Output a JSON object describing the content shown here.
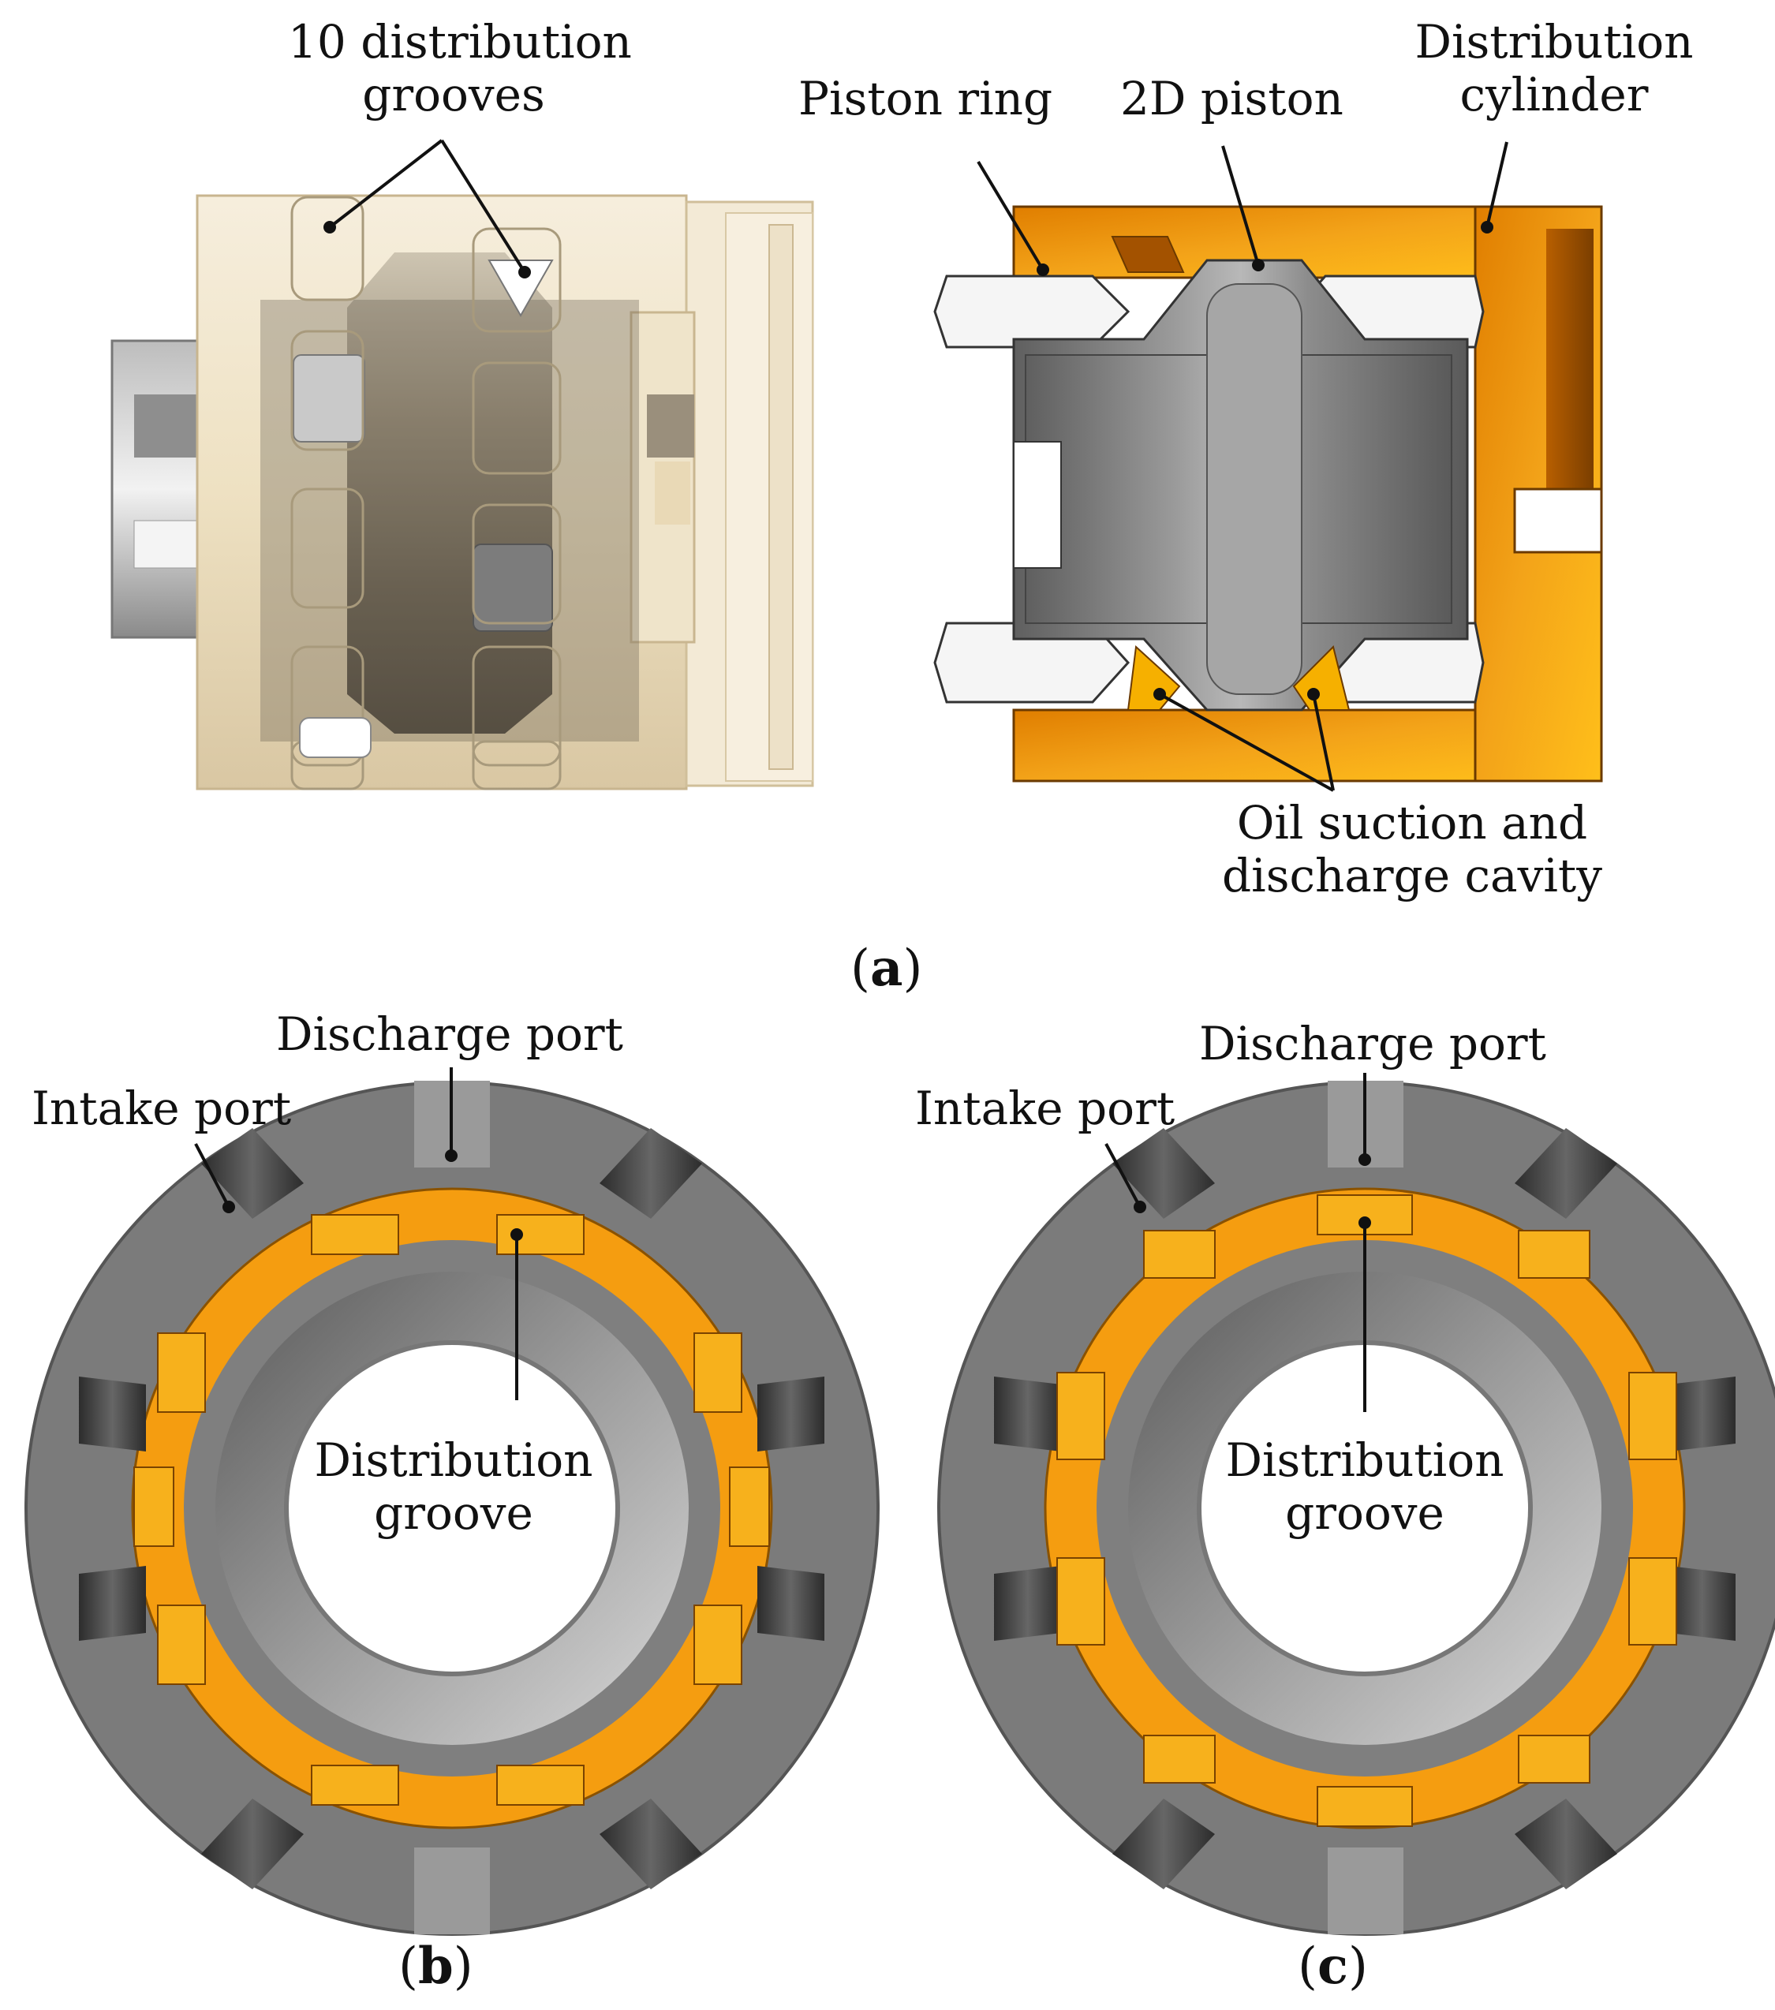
{
  "panel_a": {
    "left_label_line1": "10 distribution",
    "left_label_line2": "grooves",
    "piston_ring": "Piston ring",
    "piston_2d": "2D piston",
    "dist_cyl_line1": "Distribution",
    "dist_cyl_line2": "cylinder",
    "oil_line1": "Oil suction and",
    "oil_line2": "discharge cavity",
    "caption": "a"
  },
  "panel_b": {
    "discharge_port": "Discharge port",
    "intake_port": "Intake port",
    "groove_line1": "Distribution",
    "groove_line2": "groove",
    "caption": "b"
  },
  "panel_c": {
    "discharge_port": "Discharge port",
    "intake_port": "Intake port",
    "groove_line1": "Distribution",
    "groove_line2": "groove",
    "caption": "c"
  },
  "colors": {
    "orange": "#f59d10",
    "gray": "#7b7b7b",
    "dark_gray": "#4a4a4a",
    "beige": "#f1e6cf"
  }
}
